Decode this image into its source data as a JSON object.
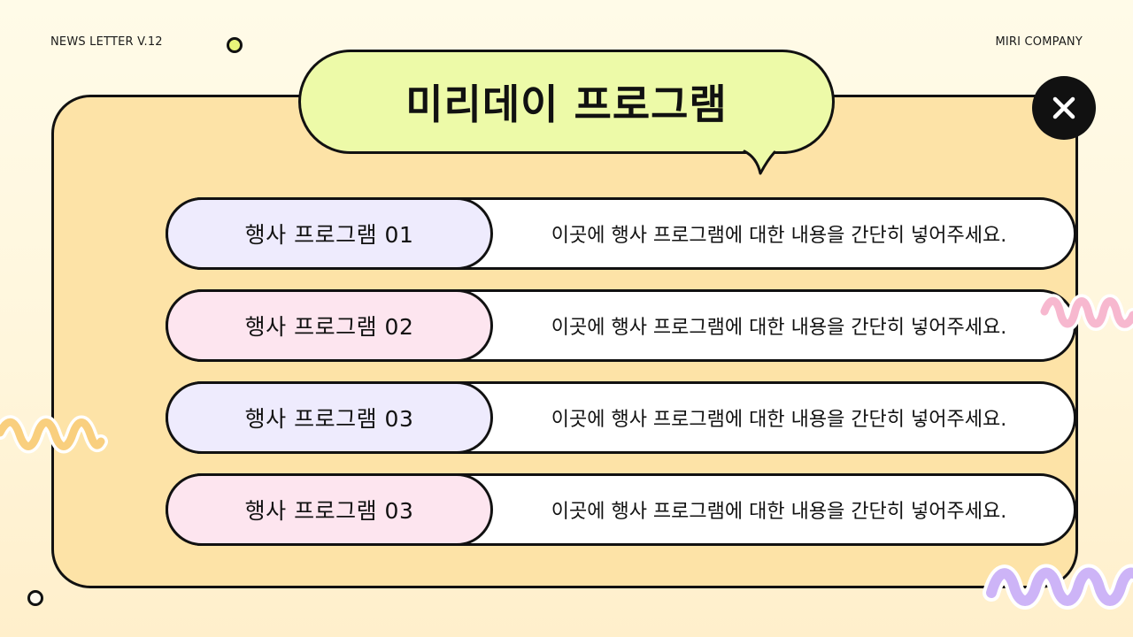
{
  "header": {
    "left_label": "NEWS LETTER V.12",
    "right_label": "MIRI COMPANY"
  },
  "title": "미리데이 프로그램",
  "close_icon": "close-icon",
  "rows": [
    {
      "label": "행사 프로그램 01",
      "description": "이곳에 행사 프로그램에 대한 내용을 간단히 넣어주세요.",
      "color": "#eeebfd"
    },
    {
      "label": "행사 프로그램 02",
      "description": "이곳에 행사 프로그램에 대한 내용을 간단히 넣어주세요.",
      "color": "#fde5ef"
    },
    {
      "label": "행사 프로그램 03",
      "description": "이곳에 행사 프로그램에 대한 내용을 간단히 넣어주세요.",
      "color": "#eeebfd"
    },
    {
      "label": "행사 프로그램 03",
      "description": "이곳에 행사 프로그램에 대한 내용을 간단히 넣어주세요.",
      "color": "#fde5ef"
    }
  ],
  "colors": {
    "frame": "#fde3a7",
    "bubble": "#edfaa8",
    "outline": "#111111",
    "squiggle_pink": "#f7b8cf",
    "squiggle_yellow": "#f9cf7e",
    "squiggle_purple": "#cdb4f7"
  }
}
